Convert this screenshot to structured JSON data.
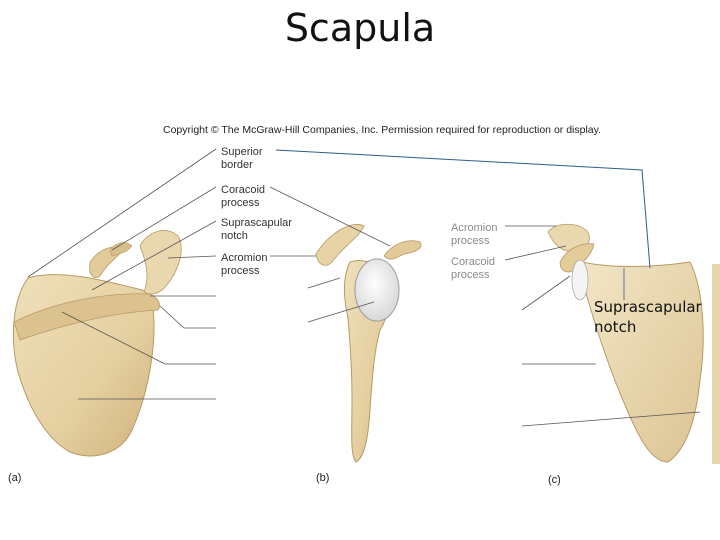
{
  "slide": {
    "title": "Scapula"
  },
  "figure": {
    "copyright": "Copyright © The McGraw-Hill Companies, Inc. Permission required for reproduction or display.",
    "panel_a": {
      "letter": "(a)",
      "labels": {
        "superior_border": [
          "Superior",
          "border"
        ],
        "coracoid_process": [
          "Coracoid",
          "process"
        ],
        "suprascapular_notch": [
          "Suprascapular",
          "notch"
        ],
        "acromion_process": [
          "Acromion",
          "process"
        ]
      }
    },
    "panel_b": {
      "letter": "(b)"
    },
    "panel_c": {
      "letter": "(c)",
      "labels": {
        "acromion_process": [
          "Acromion",
          "process"
        ],
        "coracoid_process": [
          "Coracoid",
          "process"
        ]
      }
    },
    "annotation": [
      "Suprascapular",
      "notch"
    ]
  },
  "colors": {
    "bone": "#e6d3a8",
    "bone_shade": "#c9ad78",
    "leader_line": "#555555",
    "annotation_line": "#2f5d8c"
  }
}
